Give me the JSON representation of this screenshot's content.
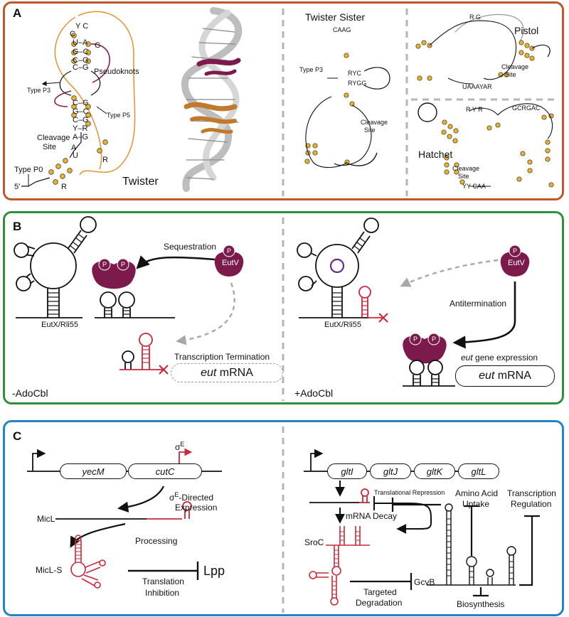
{
  "panels": {
    "a": {
      "letter": "A",
      "twister": {
        "title": "Twister",
        "pseudoknots": "Pseudoknots",
        "type_p3": "Type P3",
        "type_p5": "Type P5",
        "type_p0": "Type P0",
        "cleavage": "Cleavage",
        "site": "Site",
        "five_prime": "5′",
        "nt_top": "Y C",
        "nt_c": "C",
        "nt_ua": "U–A",
        "nt_g": "G",
        "nt_gc": "G–C",
        "nt_cg": "C–G",
        "nt_yr": "Y–R",
        "nt_ag": "A–G",
        "nt_a": "A",
        "nt_u": "U",
        "nt_r": "R"
      },
      "twister_sister": {
        "title": "Twister Sister",
        "type_p3": "Type P3",
        "cleavage": "Cleavage",
        "site": "Site",
        "nt_caag": "CAAG",
        "nt_ryc": "RYC",
        "nt_rygg": "RYGG"
      },
      "pistol": {
        "title": "Pistol",
        "cleavage": "Cleavage",
        "site": "Site",
        "nt_tail": "UAAAYAR",
        "nt_top": "R G"
      },
      "hatchet": {
        "title": "Hatchet",
        "cleavage": "Cleavage",
        "site": "Site",
        "nt_top": "GCRGAC",
        "nt_ryr": "R Y R",
        "nt_bottom": "YY   CAA"
      }
    },
    "b": {
      "letter": "B",
      "left": {
        "sequestration": "Sequestration",
        "eutv": "EutV",
        "p": "P",
        "eutx": "EutX/Rli55",
        "termination": "Transcription Termination",
        "mrna_italic": "eut",
        "mrna_rest": " mRNA",
        "condition": "-AdoCbl"
      },
      "right": {
        "eutv": "EutV",
        "p": "P",
        "eutx": "EutX/Rli55",
        "antitermination": "Antitermination",
        "expression_italic": "eut",
        "expression_rest": " gene expression",
        "mrna_italic": "eut",
        "mrna_rest": " mRNA",
        "condition": "+AdoCbl"
      }
    },
    "c": {
      "letter": "C",
      "left": {
        "genes": [
          "yecM",
          "cutC"
        ],
        "sigma": "σ",
        "sigma_sup": "E",
        "directed_a": "σ",
        "directed_sup": "E",
        "directed_b": "-Directed",
        "expression": "Expression",
        "micl": "MicL",
        "processing": "Processing",
        "micl_s": "MicL-S",
        "translation": "Translation",
        "inhibition": "Inhibition",
        "lpp": "Lpp"
      },
      "right": {
        "genes": [
          "gltI",
          "gltJ",
          "gltK",
          "gltL"
        ],
        "translational_repression": "Translational Repression",
        "mrna_decay": "mRNA Decay",
        "amino_acid": "Amino Acid",
        "uptake": "Uptake",
        "transcription": "Transcription",
        "regulation": "Regulation",
        "sroc": "SroC",
        "targeted": "Targeted",
        "degradation": "Degradation",
        "gcvb": "GcvB",
        "biosynthesis": "Biosynthesis"
      }
    }
  },
  "colors": {
    "panel_a_border": "#c0562c",
    "panel_b_border": "#2f8f3a",
    "panel_c_border": "#2283c6",
    "pseudoknot_orange": "#e09a3a",
    "pseudoknot_maroon": "#8e1f55",
    "nucleotide_dot": "#e8b22a",
    "eutv_protein": "#7b1a4b",
    "rna_red": "#c8283a",
    "dashed_arrow": "#a8a8a8"
  }
}
